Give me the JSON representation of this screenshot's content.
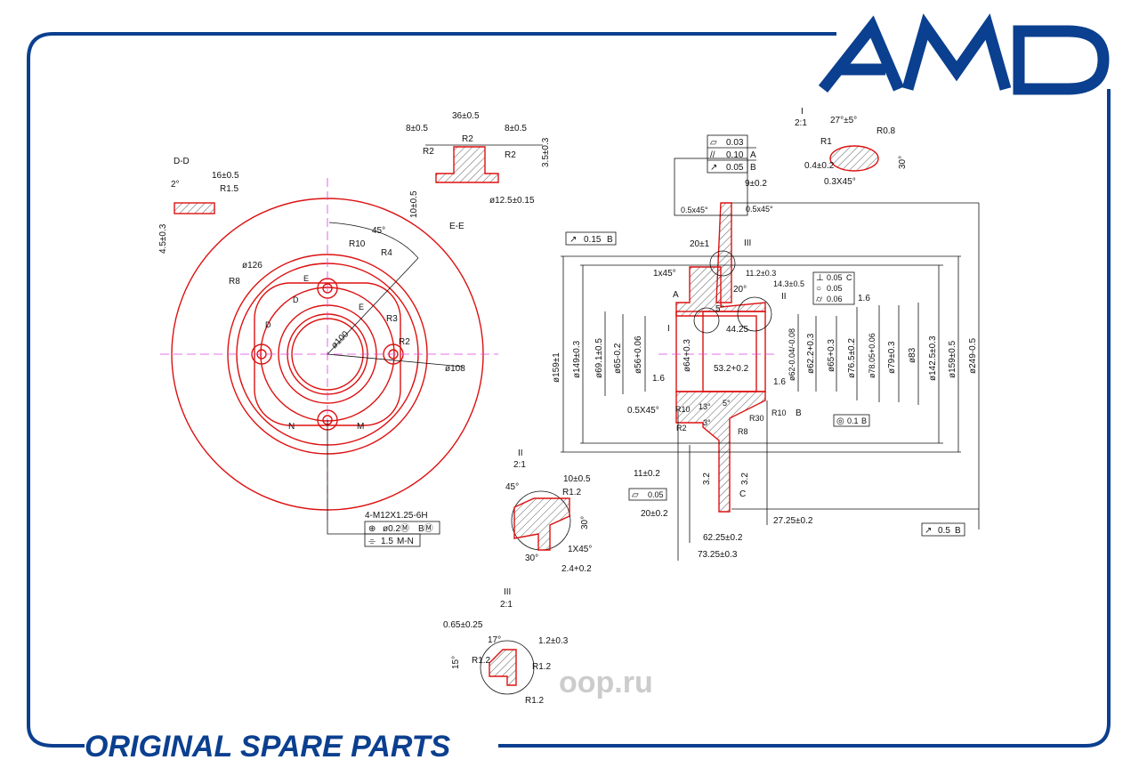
{
  "brand": {
    "logo": "AMD",
    "tagline": "ORIGINAL SPARE PARTS",
    "watermark": "oop.ru",
    "colors": {
      "frame": "#0b3f8f",
      "outline": "#d11111",
      "centerline": "#e040e0"
    }
  },
  "front_view": {
    "labels": [
      "D-D",
      "16±0.5",
      "2°",
      "R1.5",
      "4.5±0.3",
      "45°",
      "R10",
      "R4",
      "ø126",
      "R8",
      "E",
      "E",
      "D",
      "D",
      "R3",
      "R2",
      "ø100",
      "ø108",
      "N",
      "M"
    ],
    "thread": "4-M12X1.25-6H",
    "frame1": [
      "⊕",
      "ø0.2Ⓜ",
      "BⓂ"
    ],
    "frame2": [
      "⌯",
      "1.5",
      "M-N"
    ]
  },
  "section_ee": {
    "title": "E-E",
    "labels": [
      "36±0.5",
      "8±0.5",
      "8±0.5",
      "R2",
      "R2",
      "R2",
      "3.5±0.3",
      "10±0.5",
      "ø12.5±0.15"
    ]
  },
  "detail_I": {
    "title": "I",
    "scale": "2:1",
    "labels": [
      "27°±5°",
      "R0.8",
      "R1",
      "0.4±0.2",
      "30°",
      "0.3X45°"
    ]
  },
  "detail_II": {
    "title": "II",
    "scale": "2:1",
    "labels": [
      "10±0.5",
      "45°",
      "R1.2",
      "30°",
      "1X45°",
      "30°",
      "2.4+0.2"
    ]
  },
  "detail_III": {
    "title": "III",
    "scale": "2:1",
    "labels": [
      "0.65±0.25",
      "17°",
      "1.2±0.3",
      "15°",
      "R1.2",
      "R1.2",
      "R1.2"
    ]
  },
  "section": {
    "gdt_top": [
      [
        "▱",
        "0.03",
        ""
      ],
      [
        "//",
        "0.10",
        "A"
      ],
      [
        "↗",
        "0.05",
        "B"
      ]
    ],
    "gdt_runout": [
      "↗",
      "0.15",
      "B"
    ],
    "gdt_right": [
      [
        "⊥",
        "0.05",
        "C"
      ],
      [
        "○",
        "0.05",
        ""
      ],
      [
        "⌭",
        "0.06",
        ""
      ]
    ],
    "gdt_conc": [
      "◎",
      "0.1",
      "B"
    ],
    "gdt_flat": [
      "▱",
      "0.05"
    ],
    "gdt_bottom": [
      "↗",
      "0.5",
      "B"
    ],
    "labels": [
      "9±0.2",
      "0.5x45°",
      "0.5x45°",
      "20±1",
      "III",
      "1x45°",
      "11.2±0.3",
      "14.3±0.5",
      "20°",
      "II",
      "5°",
      "I",
      "44.25",
      "53.2+0.2",
      "1.6",
      "1.6",
      "1.6",
      "0.5X45°",
      "R10",
      "R10",
      "R30",
      "R8",
      "R2",
      "13°",
      "5°",
      "3°",
      "11±0.2",
      "20±0.2",
      "27.25±0.2",
      "62.25±0.2",
      "73.25±0.3",
      "3.2",
      "3.2",
      "A",
      "B",
      "C"
    ],
    "diameters": [
      "ø159±1",
      "ø149±0.3",
      "ø69.1±0.5",
      "ø65-0.2",
      "ø56+0.06",
      "ø64+0.3",
      "ø62-0.04/-0.08",
      "ø62.2+0.3",
      "ø65+0.3",
      "ø76.5±0.2",
      "ø78.05+0.06",
      "ø79±0.3",
      "ø83",
      "ø142.5±0.3",
      "ø159±0.5",
      "ø249-0.5"
    ]
  }
}
